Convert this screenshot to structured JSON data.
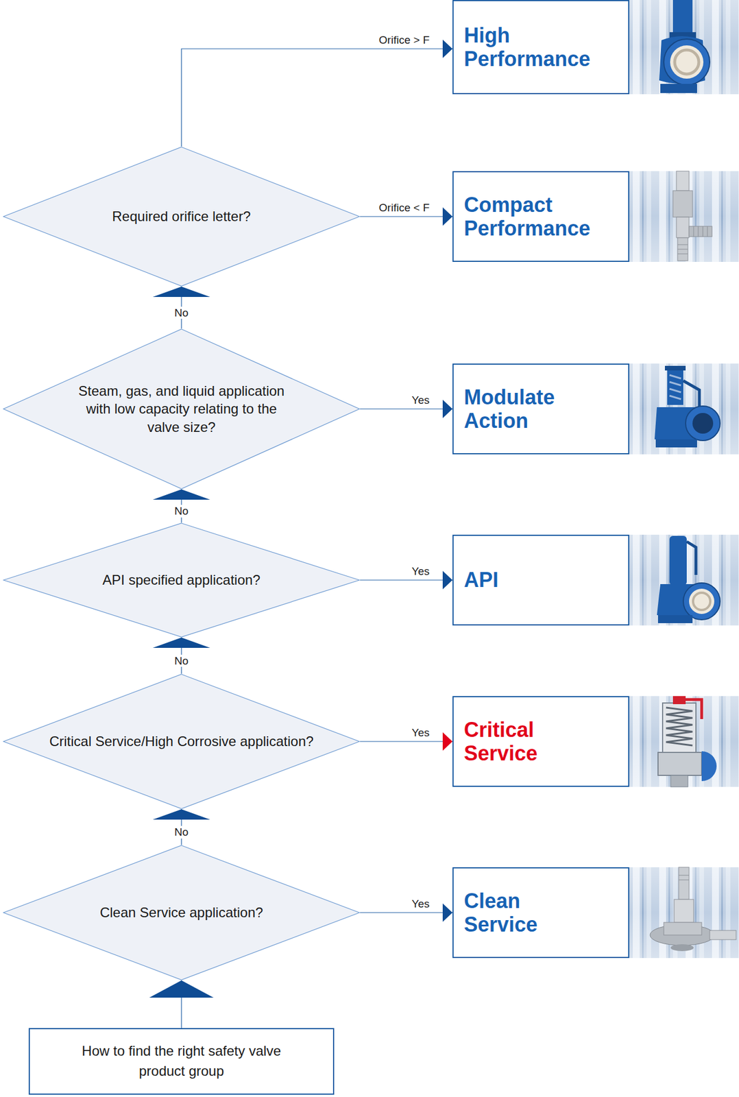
{
  "diagram": {
    "nodes": [
      {
        "text": [
          "High Performance"
        ]
      },
      {
        "text": [
          "Required orifice letter?"
        ]
      },
      {
        "text": [
          "Compact Performance"
        ]
      },
      {
        "text": [
          "Steam, gas, and liquid application with low capacity relating to the valve size?"
        ]
      },
      {
        "text": [
          "Modulate Action"
        ]
      },
      {
        "text": [
          "API specified application?"
        ]
      },
      {
        "text": [
          "API"
        ]
      },
      {
        "text": [
          "Critical Service/High Corrosive application?"
        ]
      },
      {
        "text": [
          "Critical Service"
        ]
      },
      {
        "text": [
          "Clean Service application?"
        ]
      },
      {
        "text": [
          "Clean Service"
        ]
      },
      {
        "text": [
          "How to find the right safety valve product group"
        ]
      }
    ],
    "edges": [
      {
        "from": 11,
        "to": 9,
        "arrow": "to"
      },
      {
        "from": 9,
        "to": 10,
        "label": "Yes",
        "arrow": "to"
      },
      {
        "from": 9,
        "to": 7,
        "label": "No",
        "arrow": "to"
      },
      {
        "from": 7,
        "to": 8,
        "label": "Yes",
        "arrow": "to"
      },
      {
        "from": 7,
        "to": 5,
        "label": "No",
        "arrow": "to"
      },
      {
        "from": 5,
        "to": 6,
        "label": "Yes",
        "arrow": "to"
      },
      {
        "from": 5,
        "to": 3,
        "label": "No",
        "arrow": "to"
      },
      {
        "from": 3,
        "to": 4,
        "label": "Yes",
        "arrow": "to"
      },
      {
        "from": 3,
        "to": 1,
        "label": "No",
        "arrow": "to"
      },
      {
        "from": 1,
        "to": 2,
        "label": "Orifice < F",
        "arrow": "to"
      },
      {
        "from": 1,
        "to": 0,
        "label": "Orifice > F",
        "arrow": "to"
      }
    ]
  }
}
